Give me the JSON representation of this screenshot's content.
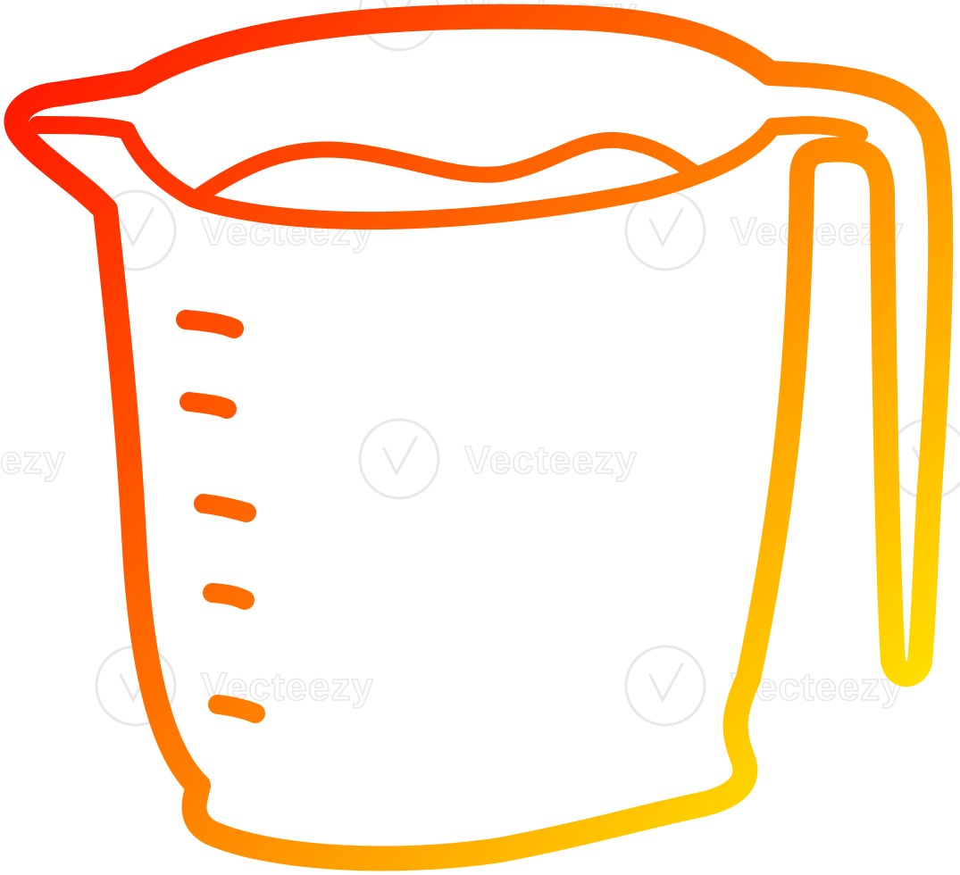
{
  "image": {
    "subject": "Measuring jug",
    "style": "outline drawing with red-to-yellow gradient stroke",
    "background_color": "#ffffff",
    "gradient_colors": {
      "start": "#ff1a00",
      "middle": "#ff7a00",
      "end": "#ffea00"
    }
  },
  "watermark": {
    "text": "Vecteezy",
    "color": "#e8e8e8"
  },
  "measurement_marks": {
    "count": 5
  }
}
